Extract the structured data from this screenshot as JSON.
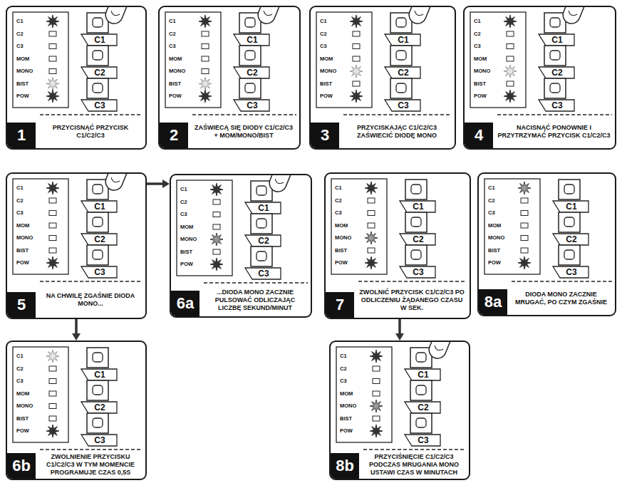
{
  "diagram": {
    "nodes": [
      {
        "text": [
          "1",
          "PRZYCISNĄĆ PRZYCISK C1/C2/C3"
        ]
      },
      {
        "text": [
          "2",
          "ZAŚWIECĄ SIĘ DIODY C1/C2/C3 + MOM/MONO/BIST"
        ]
      },
      {
        "text": [
          "3",
          "PRZYCISKAJĄC C1/C2/C3 ZAŚWIECIĆ DIODĘ MONO"
        ]
      },
      {
        "text": [
          "4",
          "NACISNĄĆ PONOWNIE I PRZYTRZYMAĆ PRZYCISK C1/C2/C3"
        ]
      },
      {
        "text": [
          "5",
          "NA CHWILĘ ZGAŚNIE DIODA MONO..."
        ]
      },
      {
        "text": [
          "6a",
          "...DIODA MONO ZACZNIE PULSOWAĆ ODLICZAJĄC LICZBĘ SEKUND/MINUT"
        ]
      },
      {
        "text": [
          "7",
          "ZWOLNIĆ PRZYCISK C1/C2/C3 PO ODLICZENIU ŻĄDANEGO CZASU W SEK."
        ]
      },
      {
        "text": [
          "8a",
          "DIODA MONO ZACZNIE MRUGAĆ, PO CZYM ZGAŚNIE"
        ]
      },
      {
        "text": [
          "6b",
          "ZWOLNIENIE PRZYCISKU C1/C2/C3 W TYM MOMENCIE PROGRAMUJE CZAS 0,5S"
        ]
      },
      {
        "text": [
          "8b",
          "PRZYCIŚNIĘCIE C1/C2/C3 PODCZAS MRUGANIA MONO USTAWI CZAS W MINUTACH"
        ]
      }
    ],
    "edges": [
      {
        "from": 4,
        "to": 5,
        "arrow": "to"
      },
      {
        "from": 4,
        "to": 8,
        "arrow": "to"
      },
      {
        "from": 6,
        "to": 9,
        "arrow": "to"
      }
    ],
    "labels": [
      "C1",
      "C2",
      "C3",
      "MOM",
      "MONO",
      "BIST",
      "POW",
      "C1",
      "C2",
      "C3",
      "C1",
      "C2",
      "C3",
      "MOM",
      "MONO",
      "BIST",
      "POW",
      "C1",
      "C2",
      "C3",
      "C1",
      "C2",
      "C3",
      "MOM",
      "MONO",
      "BIST",
      "POW",
      "C1",
      "C2",
      "C3",
      "C1",
      "C2",
      "C3",
      "MOM",
      "MONO",
      "BIST",
      "POW",
      "C1",
      "C2",
      "C3",
      "C1",
      "C2",
      "C3",
      "MOM",
      "MONO",
      "BIST",
      "POW",
      "C1",
      "C2",
      "C3",
      "C1",
      "C2",
      "C3",
      "MOM",
      "MONO",
      "BIST",
      "POW",
      "C1",
      "C2",
      "C3",
      "C1",
      "C2",
      "C3",
      "MOM",
      "MONO",
      "BIST",
      "POW",
      "C1",
      "C2",
      "C3",
      "C1",
      "C2",
      "C3",
      "MOM",
      "MONO",
      "BIST",
      "POW",
      "C1",
      "C2",
      "C3",
      "C1",
      "C2",
      "C3",
      "MOM",
      "MONO",
      "BIST",
      "POW",
      "C1",
      "C2",
      "C3",
      "C1",
      "C2",
      "C3",
      "MOM",
      "MONO",
      "BIST",
      "POW",
      "C1",
      "C2",
      "C3"
    ]
  }
}
